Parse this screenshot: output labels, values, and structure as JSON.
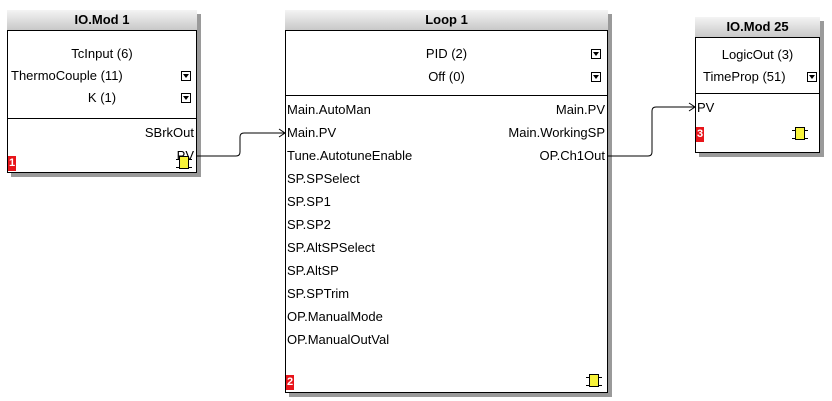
{
  "blocks": {
    "iomod1": {
      "title": "IO.Mod 1",
      "params": [
        "TcInput (6)",
        "ThermoCouple (11)",
        "K (1)"
      ],
      "outputs": [
        "SBrkOut",
        "PV"
      ],
      "number": "1"
    },
    "loop1": {
      "title": "Loop 1",
      "params": [
        "PID (2)",
        "Off (0)"
      ],
      "inputs": [
        "Main.AutoMan",
        "Main.PV",
        "Tune.AutotuneEnable",
        "SP.SPSelect",
        "SP.SP1",
        "SP.SP2",
        "SP.AltSPSelect",
        "SP.AltSP",
        "SP.SPTrim",
        "OP.ManualMode",
        "OP.ManualOutVal"
      ],
      "outputs": [
        "Main.PV",
        "Main.WorkingSP",
        "OP.Ch1Out"
      ],
      "number": "2"
    },
    "iomod25": {
      "title": "IO.Mod 25",
      "params": [
        "LogicOut (3)",
        "TimeProp (51)"
      ],
      "inputs": [
        "PV"
      ],
      "number": "3"
    }
  },
  "wires": [
    {
      "from": "IO.Mod 1.PV",
      "to": "Loop 1.Main.PV"
    },
    {
      "from": "Loop 1.OP.Ch1Out",
      "to": "IO.Mod 25.PV"
    }
  ]
}
